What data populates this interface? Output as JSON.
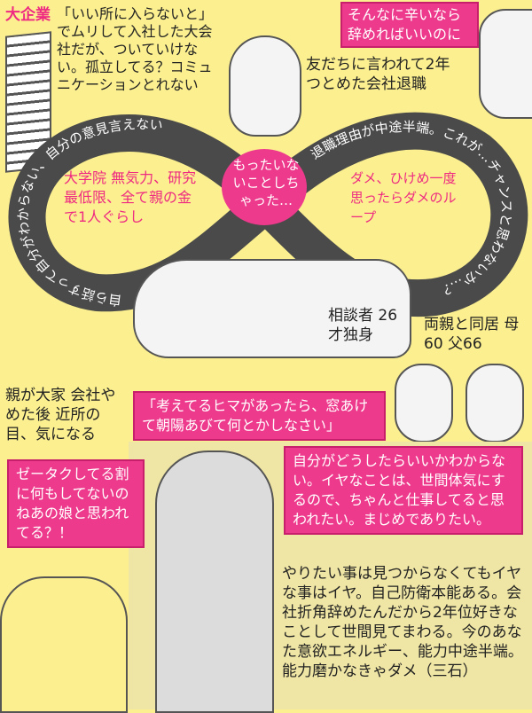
{
  "top": {
    "label_big_company": "大企業",
    "story": "「いい所に入らないと」でムリして入社した大会社だが、ついていけない。孤立してる？コミュニケーションとれない",
    "friend_bubble": "そんなに辛いなら辞めればいいのに",
    "friend_said": "友だちに言われて2年つとめた会社退職"
  },
  "loop": {
    "left_path_text": "自ら話すって自分がわからない、自分の意見言えない",
    "right_path_text": "退職理由が中途半端。これが…チャンスと思わないか…？",
    "left_inner": "大学院 無気力、研究最低限、全て親の金で1人ぐらし",
    "right_inner": "ダメ、ひけめ一度思ったらダメのループ",
    "center": "もったいないことしちゃった…"
  },
  "profile": {
    "client": "相談者 26才独身",
    "parents": "両親と同居 母60 父66"
  },
  "middle": {
    "neighbors": "親が大家 会社やめた後 近所の目、気になる",
    "parent_quote": "「考えてるヒマがあったら、窓あけて朝陽あびて何とかしなさい」",
    "gossip": "ゼータクしてる割に何もしてないのねあの娘と思われてる？！",
    "inner_voice": "自分がどうしたらいいかわからない。イヤなことは、世間体気にするので、ちゃんと仕事してると思われたい。まじめでありたい。"
  },
  "advice": {
    "text": "やりたい事は見つからなくてもイヤな事はイヤ。自己防衛本能ある。会社折角辞めたんだから2年位好きなことして世間見てまわる。今のあなた意欲エネルギー、能力中途半端。能力磨かなきゃダメ（三石）"
  },
  "colors": {
    "background": "#fbef8f",
    "pink": "#ee3a8c",
    "loop": "#4a4a4a"
  }
}
